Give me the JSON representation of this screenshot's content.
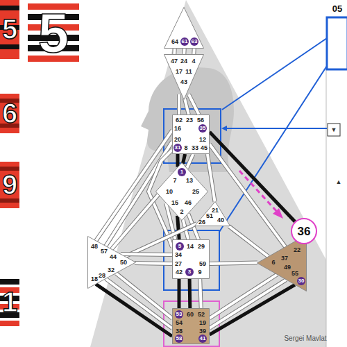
{
  "diagram": {
    "nodes": [
      {
        "text": [
          "64",
          "61",
          "63"
        ]
      },
      {
        "text": [
          "47",
          "24",
          "4",
          "17",
          "11",
          "43"
        ]
      },
      {
        "text": [
          "62",
          "23",
          "56",
          "16",
          "35",
          "20",
          "12",
          "31",
          "8",
          "33",
          "45"
        ]
      },
      {
        "text": [
          "1",
          "7",
          "13",
          "10",
          "25",
          "15",
          "46",
          "2"
        ]
      },
      {
        "text": [
          "21",
          "51",
          "26",
          "40"
        ]
      },
      {
        "text": [
          "48",
          "57",
          "44",
          "50",
          "32",
          "28",
          "18"
        ]
      },
      {
        "text": [
          "22",
          "6",
          "37",
          "49",
          "55",
          "30"
        ]
      },
      {
        "text": [
          "5",
          "14",
          "29",
          "34",
          "27",
          "59",
          "42",
          "3",
          "9"
        ]
      },
      {
        "text": [
          "53",
          "60",
          "52",
          "54",
          "19",
          "38",
          "39",
          "58",
          "41"
        ]
      },
      {
        "text": [
          "36"
        ]
      }
    ],
    "edges": [
      {
        "from": 0,
        "to": 1,
        "arrow": "none"
      },
      {
        "from": 0,
        "to": 1,
        "arrow": "none"
      },
      {
        "from": 0,
        "to": 1,
        "arrow": "none"
      },
      {
        "from": 1,
        "to": 2,
        "arrow": "none"
      },
      {
        "from": 1,
        "to": 2,
        "arrow": "none"
      },
      {
        "from": 1,
        "to": 2,
        "arrow": "none"
      },
      {
        "from": 2,
        "to": 3,
        "arrow": "none"
      },
      {
        "from": 2,
        "to": 3,
        "arrow": "none"
      },
      {
        "from": 2,
        "to": 3,
        "arrow": "none"
      },
      {
        "from": 2,
        "to": 5,
        "arrow": "none"
      },
      {
        "from": 2,
        "to": 5,
        "arrow": "none"
      },
      {
        "from": 2,
        "to": 4,
        "arrow": "none"
      },
      {
        "from": 2,
        "to": 9,
        "arrow": "none"
      },
      {
        "from": 2,
        "to": 6,
        "arrow": "none"
      },
      {
        "from": 2,
        "to": 7,
        "arrow": "none"
      },
      {
        "from": 3,
        "to": 5,
        "arrow": "none"
      },
      {
        "from": 3,
        "to": 7,
        "arrow": "none"
      },
      {
        "from": 3,
        "to": 7,
        "arrow": "none"
      },
      {
        "from": 3,
        "to": 7,
        "arrow": "none"
      },
      {
        "from": 3,
        "to": 7,
        "arrow": "none"
      },
      {
        "from": 4,
        "to": 5,
        "arrow": "none"
      },
      {
        "from": 4,
        "to": 6,
        "arrow": "none"
      },
      {
        "from": 5,
        "to": 7,
        "arrow": "none"
      },
      {
        "from": 5,
        "to": 7,
        "arrow": "none"
      },
      {
        "from": 5,
        "to": 8,
        "arrow": "none"
      },
      {
        "from": 5,
        "to": 8,
        "arrow": "none"
      },
      {
        "from": 5,
        "to": 8,
        "arrow": "none"
      },
      {
        "from": 7,
        "to": 8,
        "arrow": "none"
      },
      {
        "from": 7,
        "to": 8,
        "arrow": "none"
      },
      {
        "from": 7,
        "to": 8,
        "arrow": "none"
      },
      {
        "from": 7,
        "to": 6,
        "arrow": "none"
      },
      {
        "from": 6,
        "to": 8,
        "arrow": "none"
      },
      {
        "from": 6,
        "to": 8,
        "arrow": "none"
      },
      {
        "from": 6,
        "to": 8,
        "arrow": "none"
      }
    ],
    "labels": [
      "05",
      "▼",
      "▲",
      "Sergei Mavlat",
      "5",
      "5",
      "6",
      "9",
      "1"
    ]
  }
}
